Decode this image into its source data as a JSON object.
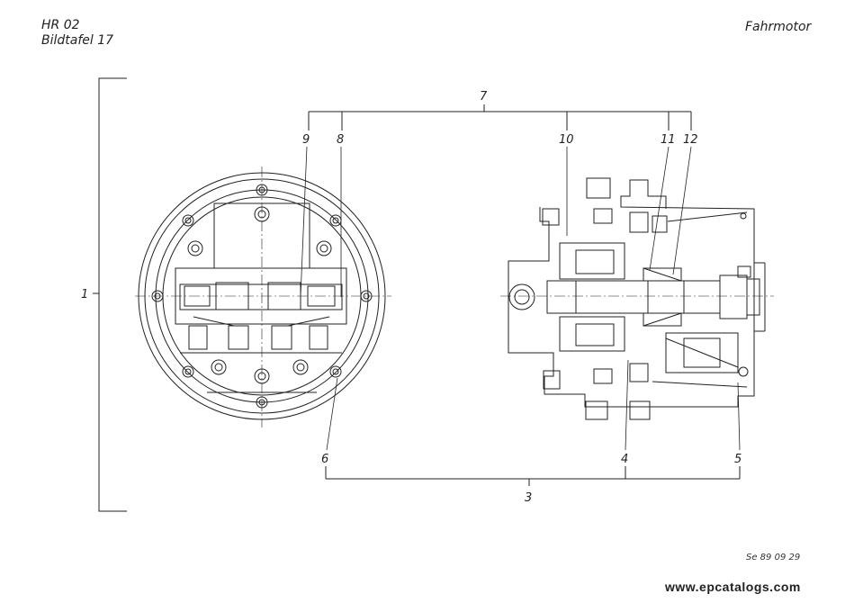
{
  "header": {
    "model": "HR 02",
    "plate": "Bildtafel 17",
    "title": "Fahrmotor"
  },
  "footer": {
    "drawing_code": "Se 89 09 29",
    "watermark": "www.epcatalogs.com"
  },
  "callouts": [
    {
      "id": "1",
      "label": "1"
    },
    {
      "id": "3",
      "label": "3"
    },
    {
      "id": "4",
      "label": "4"
    },
    {
      "id": "5",
      "label": "5"
    },
    {
      "id": "6",
      "label": "6"
    },
    {
      "id": "7",
      "label": "7"
    },
    {
      "id": "8",
      "label": "8"
    },
    {
      "id": "9",
      "label": "9"
    },
    {
      "id": "10",
      "label": "10"
    },
    {
      "id": "11",
      "label": "11"
    },
    {
      "id": "12",
      "label": "12"
    }
  ],
  "colors": {
    "line": "#222222",
    "paper": "#ffffff"
  }
}
